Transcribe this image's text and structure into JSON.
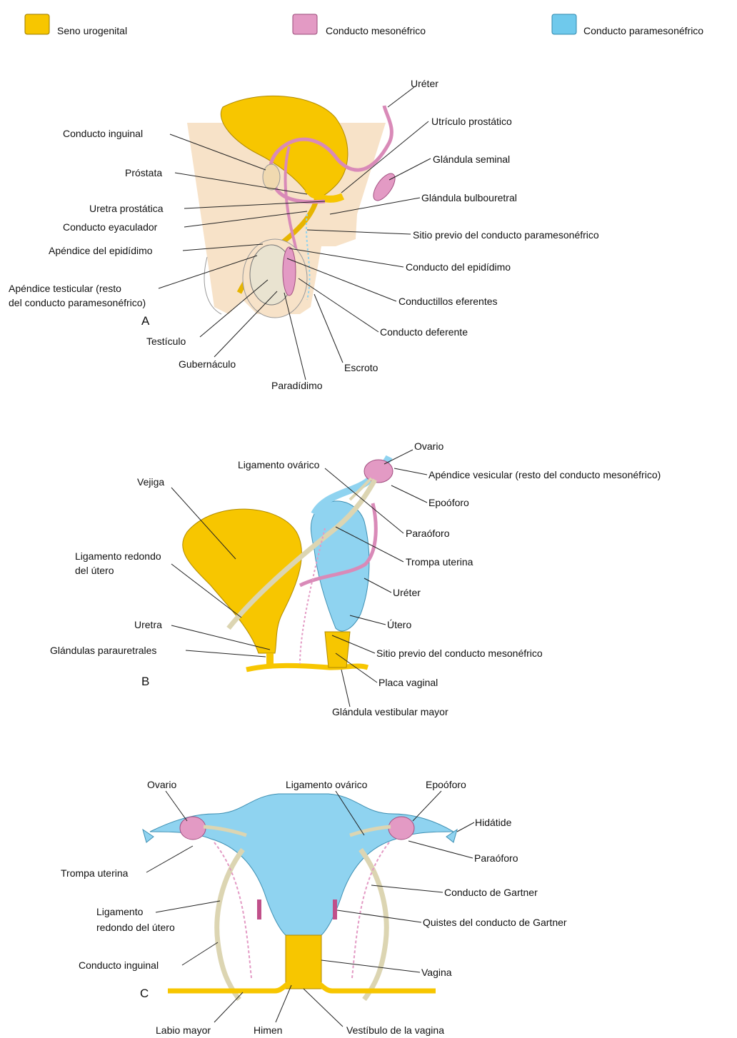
{
  "legend": {
    "items": [
      {
        "label": "Seno urogenital",
        "color": "#F7C600"
      },
      {
        "label": "Conducto mesonéfrico",
        "color": "#E39AC4"
      },
      {
        "label": "Conducto paramesonéfrico",
        "color": "#6FC9EC"
      }
    ]
  },
  "colors": {
    "urogenital": "#F7C600",
    "mesonephric": "#E39AC4",
    "paramesonephric": "#8FD3F0",
    "background": "#F7E2C8",
    "ligament": "#DCD5B2",
    "outline": "#555555"
  },
  "panelA": {
    "letter": "A",
    "labels": {
      "ureter": "Uréter",
      "utriculo": "Utrículo prostático",
      "conducto_inguinal": "Conducto inguinal",
      "glandula_seminal": "Glándula seminal",
      "prostata": "Próstata",
      "bulbouretral": "Glándula bulbouretral",
      "uretra_prostatica": "Uretra prostática",
      "eyaculador": "Conducto eyaculador",
      "sitio_previo": "Sitio previo del conducto paramesonéfrico",
      "apendice_epididimo": "Apéndice del epidídimo",
      "conducto_epididimo": "Conducto del epidídimo",
      "apendice_testicular_1": "Apéndice testicular (resto",
      "apendice_testicular_2": "del conducto paramesonéfrico)",
      "conductillos": "Conductillos eferentes",
      "deferente": "Conducto deferente",
      "testiculo": "Testículo",
      "gubernaculo": "Gubernáculo",
      "escroto": "Escroto",
      "paradidimo": "Paradídimo"
    }
  },
  "panelB": {
    "letter": "B",
    "labels": {
      "ovario": "Ovario",
      "ligamento_ovarico": "Ligamento ovárico",
      "apendice_vesicular": "Apéndice vesicular (resto del conducto mesonéfrico)",
      "vejiga": "Vejiga",
      "epooforo": "Epoóforo",
      "paraooforo": "Paraóforo",
      "lig_redondo_1": "Ligamento redondo",
      "lig_redondo_2": "del útero",
      "trompa": "Trompa uterina",
      "ureter": "Uréter",
      "uretra": "Uretra",
      "utero": "Útero",
      "parauretrales": "Glándulas parauretrales",
      "sitio_previo": "Sitio previo del conducto mesonéfrico",
      "placa_vaginal": "Placa vaginal",
      "vestibular_mayor": "Glándula vestibular mayor"
    }
  },
  "panelC": {
    "letter": "C",
    "labels": {
      "ovario": "Ovario",
      "ligamento_ovarico": "Ligamento ovárico",
      "epooforo": "Epoóforo",
      "hidatide": "Hidátide",
      "paraooforo": "Paraóforo",
      "trompa": "Trompa uterina",
      "gartner": "Conducto de Gartner",
      "lig_redondo_1": "Ligamento",
      "lig_redondo_2": "redondo del útero",
      "quistes": "Quistes del conducto de Gartner",
      "inguinal": "Conducto inguinal",
      "vagina": "Vagina",
      "labio": "Labio mayor",
      "himen": "Himen",
      "vestibulo": "Vestíbulo de la vagina"
    }
  }
}
